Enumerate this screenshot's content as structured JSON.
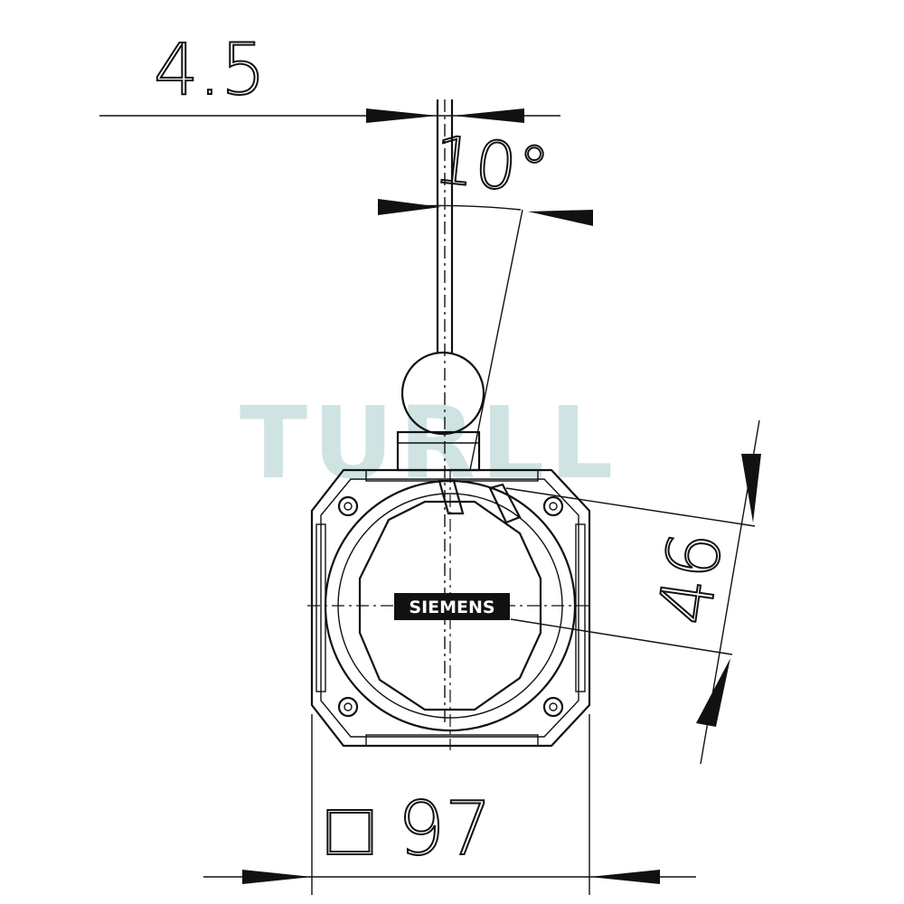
{
  "dimensions": {
    "offset": "4.5",
    "angle": "10°",
    "side": "46",
    "square_symbol": "□",
    "width": "97"
  },
  "watermark": {
    "text": "TURLL",
    "color": "#cfe3e3"
  },
  "logo": {
    "text": "SIEMENS"
  },
  "colors": {
    "line": "#111111",
    "background": "#ffffff"
  }
}
